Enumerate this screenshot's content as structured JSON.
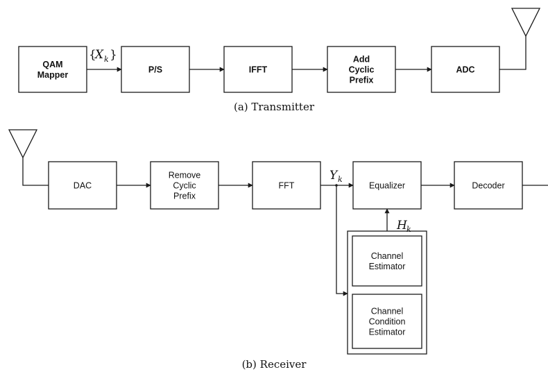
{
  "transmitter": {
    "blocks": [
      {
        "id": "qam",
        "lines": [
          "QAM",
          "Mapper"
        ]
      },
      {
        "id": "ps",
        "lines": [
          "P/S"
        ]
      },
      {
        "id": "ifft",
        "lines": [
          "IFFT"
        ]
      },
      {
        "id": "acp",
        "lines": [
          "Add",
          "Cyclic",
          "Prefix"
        ]
      },
      {
        "id": "adc",
        "lines": [
          "ADC"
        ]
      }
    ],
    "signal_label": {
      "open": "{",
      "symbol": "X",
      "sub": "k",
      "close": "}"
    },
    "caption": "(a) Transmitter"
  },
  "receiver": {
    "blocks": [
      {
        "id": "dac",
        "lines": [
          "DAC"
        ]
      },
      {
        "id": "rcp",
        "lines": [
          "Remove",
          "Cyclic",
          "Prefix"
        ]
      },
      {
        "id": "fft",
        "lines": [
          "FFT"
        ]
      },
      {
        "id": "eq",
        "lines": [
          "Equalizer"
        ]
      },
      {
        "id": "dec",
        "lines": [
          "Decoder"
        ]
      },
      {
        "id": "ce",
        "lines": [
          "Channel",
          "Estimator"
        ]
      },
      {
        "id": "cce",
        "lines": [
          "Channel",
          "Condition",
          "Estimator"
        ]
      }
    ],
    "y_label": {
      "symbol": "Y",
      "sub": "k"
    },
    "h_label": {
      "symbol": "H",
      "sub": "k"
    },
    "caption": "(b) Receiver"
  }
}
